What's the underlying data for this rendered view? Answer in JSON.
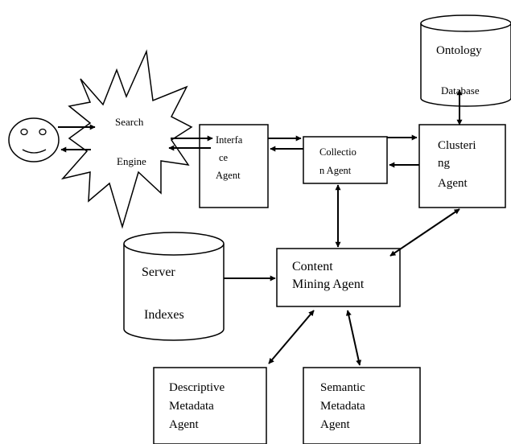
{
  "nodes": {
    "user": {
      "label": ""
    },
    "search_engine": {
      "lines": [
        "Search",
        "Engine"
      ]
    },
    "interface_agent": {
      "lines": [
        "Interfa",
        "ce",
        "Agent"
      ]
    },
    "collection_agent": {
      "lines": [
        "Collectio",
        "n Agent"
      ]
    },
    "clustering_agent": {
      "lines": [
        "Clusteri",
        "ng",
        "Agent"
      ]
    },
    "ontology_database": {
      "lines": [
        "Ontology",
        "Database"
      ]
    },
    "server_indexes": {
      "lines": [
        "Server",
        "Indexes"
      ]
    },
    "content_mining_agent": {
      "lines": [
        "Content",
        "Mining Agent"
      ]
    },
    "descriptive_metadata_agent": {
      "lines": [
        "Descriptive",
        "Metadata",
        "Agent"
      ]
    },
    "semantic_metadata_agent": {
      "lines": [
        "Semantic",
        "Metadata",
        "Agent"
      ]
    }
  },
  "edges": [
    {
      "from": "user",
      "to": "search_engine",
      "direction": "forward"
    },
    {
      "from": "search_engine",
      "to": "user",
      "direction": "forward"
    },
    {
      "from": "search_engine",
      "to": "interface_agent",
      "direction": "forward"
    },
    {
      "from": "interface_agent",
      "to": "search_engine",
      "direction": "forward"
    },
    {
      "from": "interface_agent",
      "to": "collection_agent",
      "direction": "forward"
    },
    {
      "from": "collection_agent",
      "to": "interface_agent",
      "direction": "forward"
    },
    {
      "from": "collection_agent",
      "to": "clustering_agent",
      "direction": "forward"
    },
    {
      "from": "clustering_agent",
      "to": "collection_agent",
      "direction": "forward"
    },
    {
      "from": "ontology_database",
      "to": "clustering_agent",
      "direction": "both"
    },
    {
      "from": "collection_agent",
      "to": "content_mining_agent",
      "direction": "both"
    },
    {
      "from": "clustering_agent",
      "to": "content_mining_agent",
      "direction": "both"
    },
    {
      "from": "server_indexes",
      "to": "content_mining_agent",
      "direction": "forward"
    },
    {
      "from": "content_mining_agent",
      "to": "descriptive_metadata_agent",
      "direction": "both"
    },
    {
      "from": "content_mining_agent",
      "to": "semantic_metadata_agent",
      "direction": "both"
    }
  ]
}
